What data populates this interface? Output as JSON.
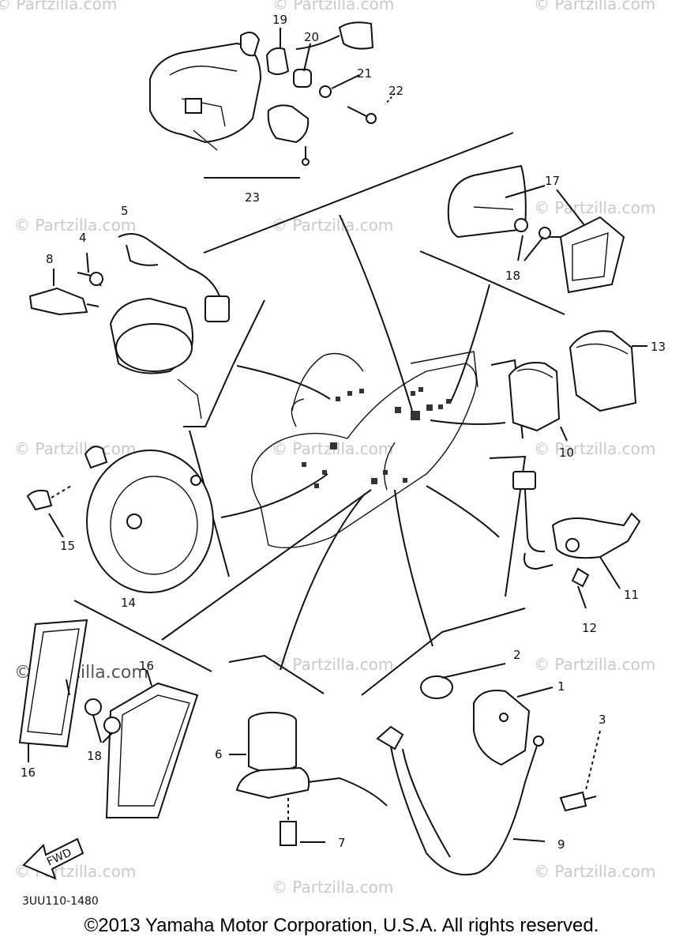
{
  "watermark": "© Partzilla.com",
  "watermark_prominent": "© Partzilla.com",
  "callouts": [
    "1",
    "2",
    "3",
    "4",
    "5",
    "6",
    "7",
    "8",
    "9",
    "10",
    "11",
    "12",
    "13",
    "14",
    "15",
    "16",
    "16",
    "17",
    "18",
    "18",
    "19",
    "20",
    "21",
    "22",
    "23"
  ],
  "diagram_code": "3UU110-1480",
  "fwd_label": "FWD",
  "copyright": "©2013  Yamaha Motor Corporation, U.S.A. All rights reserved."
}
